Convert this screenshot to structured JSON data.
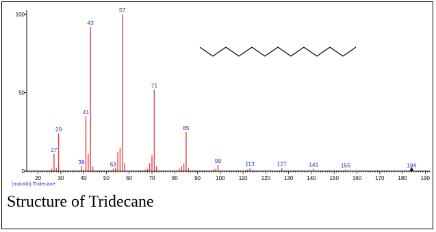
{
  "chart_data": {
    "type": "bar",
    "source_label": "(mainlib) Tridecane",
    "xlim": [
      15,
      192
    ],
    "ylim": [
      0,
      100
    ],
    "x_ticks": [
      20,
      30,
      40,
      50,
      60,
      70,
      80,
      90,
      100,
      110,
      120,
      130,
      140,
      150,
      160,
      170,
      180,
      190
    ],
    "y_ticks": [
      {
        "value": 0,
        "label": "0"
      },
      {
        "value": 50,
        "label": "50"
      },
      {
        "value": 100,
        "label": "100"
      }
    ],
    "peaks": [
      {
        "mz": 26,
        "intensity": 1.5
      },
      {
        "mz": 27,
        "intensity": 11,
        "label": "27"
      },
      {
        "mz": 28,
        "intensity": 2
      },
      {
        "mz": 29,
        "intensity": 24,
        "label": "29"
      },
      {
        "mz": 39,
        "intensity": 3,
        "label": "39"
      },
      {
        "mz": 40,
        "intensity": 1
      },
      {
        "mz": 41,
        "intensity": 35,
        "label": "41"
      },
      {
        "mz": 42,
        "intensity": 11
      },
      {
        "mz": 43,
        "intensity": 92,
        "label": "43"
      },
      {
        "mz": 44,
        "intensity": 3
      },
      {
        "mz": 53,
        "intensity": 1.5,
        "label": "53"
      },
      {
        "mz": 54,
        "intensity": 2
      },
      {
        "mz": 55,
        "intensity": 12
      },
      {
        "mz": 56,
        "intensity": 15
      },
      {
        "mz": 57,
        "intensity": 100,
        "label": "57"
      },
      {
        "mz": 58,
        "intensity": 5
      },
      {
        "mz": 67,
        "intensity": 1
      },
      {
        "mz": 68,
        "intensity": 1.5
      },
      {
        "mz": 69,
        "intensity": 5
      },
      {
        "mz": 70,
        "intensity": 10
      },
      {
        "mz": 71,
        "intensity": 52,
        "label": "71"
      },
      {
        "mz": 72,
        "intensity": 3
      },
      {
        "mz": 82,
        "intensity": 1.5
      },
      {
        "mz": 83,
        "intensity": 3
      },
      {
        "mz": 84,
        "intensity": 5
      },
      {
        "mz": 85,
        "intensity": 25,
        "label": "85"
      },
      {
        "mz": 86,
        "intensity": 2
      },
      {
        "mz": 97,
        "intensity": 1
      },
      {
        "mz": 98,
        "intensity": 1.5
      },
      {
        "mz": 99,
        "intensity": 4,
        "label": "99"
      },
      {
        "mz": 112,
        "intensity": 1
      },
      {
        "mz": 113,
        "intensity": 2,
        "label": "113"
      },
      {
        "mz": 127,
        "intensity": 2,
        "label": "127"
      },
      {
        "mz": 141,
        "intensity": 1.5,
        "label": "141"
      },
      {
        "mz": 155,
        "intensity": 1,
        "label": "155"
      },
      {
        "mz": 184,
        "intensity": 1,
        "label": "184"
      }
    ],
    "molecular_ion_marker": 184,
    "colors": {
      "bars": "#e8404a",
      "labels": "#2233cc",
      "axis": "#000000",
      "molecule": "#000000"
    }
  },
  "structure": {
    "type": "skeletal-formula",
    "carbon_count": 13
  },
  "caption": "Structure of Tridecane"
}
